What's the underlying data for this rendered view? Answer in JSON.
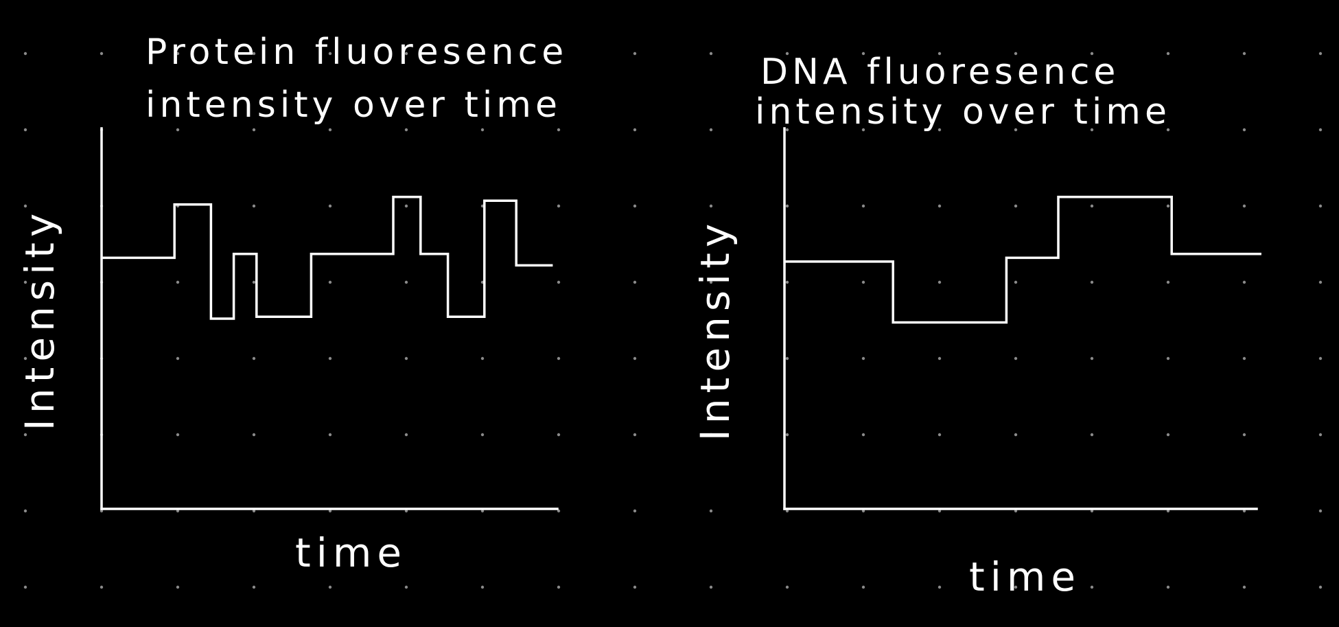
{
  "page": {
    "background": "#000000",
    "ink": "#ffffff",
    "dot_grid_color": "#8a8a8a"
  },
  "chart_data": [
    {
      "type": "line",
      "step": true,
      "title_lines": [
        "Protein fluoresence",
        "intensity over time"
      ],
      "xlabel": "time",
      "ylabel": "Intensity",
      "x_ticks_labeled": false,
      "y_ticks_labeled": false,
      "grid": "dot grid background",
      "xlim": [
        0,
        100
      ],
      "ylim": [
        0,
        100
      ],
      "series": [
        {
          "x": [
            0,
            16,
            16,
            24,
            24,
            29,
            29,
            34,
            34,
            46,
            46,
            64,
            64,
            70,
            70,
            76,
            76,
            84,
            84,
            91,
            91,
            99
          ],
          "y": [
            66,
            66,
            80,
            80,
            50,
            50,
            67,
            67,
            50.5,
            50.5,
            67,
            67,
            82,
            82,
            67,
            67,
            50.5,
            50.5,
            81,
            81,
            64,
            64
          ]
        }
      ]
    },
    {
      "type": "line",
      "step": true,
      "title_lines": [
        "DNA fluoresence",
        "intensity over time"
      ],
      "xlabel": "time",
      "ylabel": "Intensity",
      "x_ticks_labeled": false,
      "y_ticks_labeled": false,
      "grid": "dot grid background",
      "xlim": [
        0,
        100
      ],
      "ylim": [
        0,
        100
      ],
      "series": [
        {
          "x": [
            0,
            23,
            23,
            47,
            47,
            58,
            58,
            82,
            82,
            101
          ],
          "y": [
            65,
            65,
            49,
            49,
            66,
            66,
            82,
            82,
            67,
            67
          ]
        }
      ]
    }
  ]
}
